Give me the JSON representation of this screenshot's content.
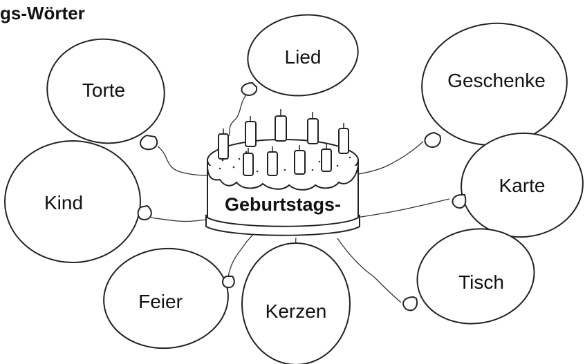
{
  "heading": "gs-Wörter",
  "cake_label": "Geburtstags-",
  "balloons": [
    {
      "id": "lied",
      "word": "Lied"
    },
    {
      "id": "torte",
      "word": "Torte"
    },
    {
      "id": "geschenke",
      "word": "Geschenke"
    },
    {
      "id": "kind",
      "word": "Kind"
    },
    {
      "id": "karte",
      "word": "Karte"
    },
    {
      "id": "tisch",
      "word": "Tisch"
    },
    {
      "id": "feier",
      "word": "Feier"
    },
    {
      "id": "kerzen",
      "word": "Kerzen"
    }
  ],
  "colors": {
    "ink": "#222222",
    "paper": "#ffffff"
  }
}
